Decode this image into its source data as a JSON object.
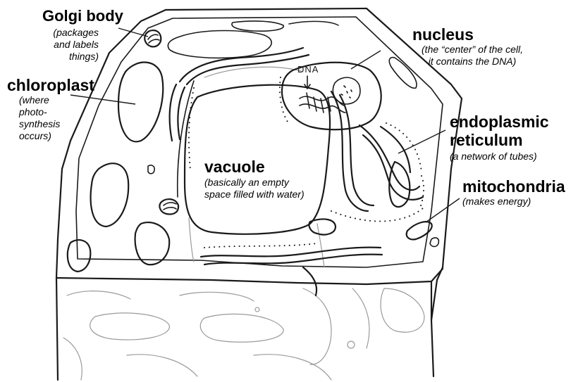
{
  "labels": {
    "golgi": {
      "title": "Golgi body",
      "desc": [
        "(packages",
        "and labels",
        "things)"
      ]
    },
    "chloroplast": {
      "title": "chloroplast",
      "desc": [
        "(where",
        "photo-",
        "synthesis",
        "occurs)"
      ]
    },
    "nucleus": {
      "title": "nucleus",
      "desc": [
        "(the “center” of the cell,",
        "it contains the DNA)"
      ]
    },
    "er": {
      "title": [
        "endoplasmic",
        "reticulum"
      ],
      "desc": "(a network of tubes)"
    },
    "vacuole": {
      "title": "vacuole",
      "desc": [
        "(basically an empty",
        "space filled with water)"
      ]
    },
    "mitochondria": {
      "title": "mitochondria",
      "desc": "(makes energy)"
    }
  },
  "dna_label": "DNA"
}
